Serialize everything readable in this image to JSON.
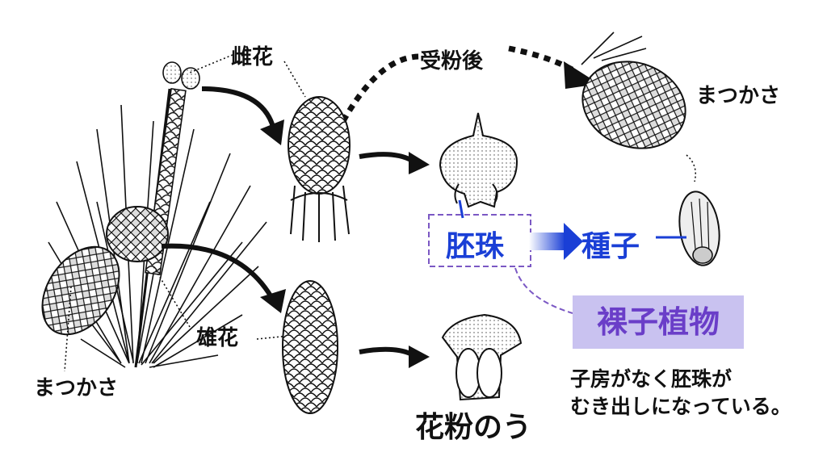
{
  "labels": {
    "pine_cone_left": "まつかさ",
    "female_flower": "雌花",
    "after_pollination": "受粉後",
    "pine_cone_right": "まつかさ",
    "ovule": "胚珠",
    "seed": "種子",
    "male_flower": "雄花",
    "pollen_sac": "花粉のう"
  },
  "callout": {
    "title": "裸子植物",
    "line1": "子房がなく胚珠が",
    "line2": "むき出しになっている。"
  },
  "colors": {
    "ink": "#111111",
    "blue": "#1a3fd6",
    "purple": "#6a3ec8",
    "callout_bg": "#c9c2f0",
    "dashed_box": "#7b58c4"
  },
  "icons": [
    "pine-branch-drawing",
    "female-cone-drawing",
    "mature-pine-cone-drawing",
    "ovule-scale-drawing",
    "seed-drawing",
    "male-cone-drawing",
    "pollen-sac-scale-drawing"
  ]
}
